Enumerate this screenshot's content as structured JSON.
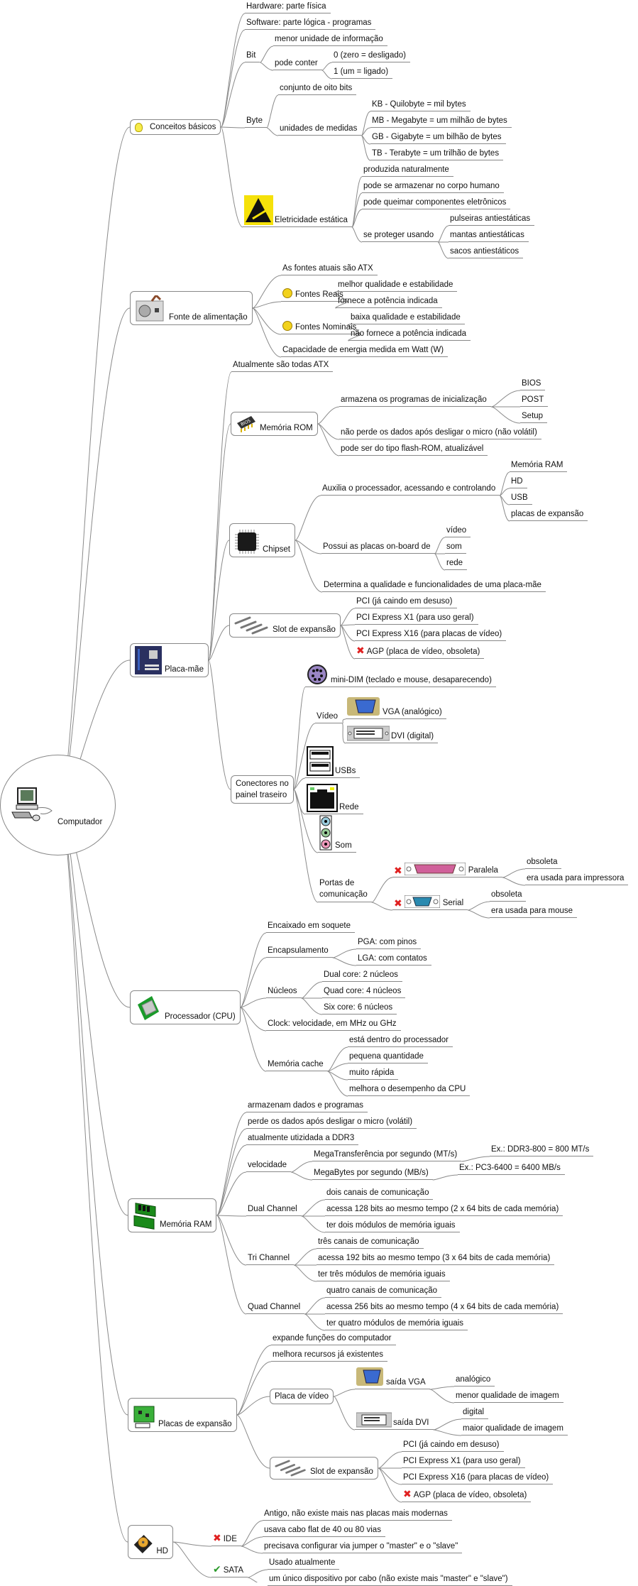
{
  "root": {
    "label": "Computador",
    "icon": "computer-icon"
  },
  "branches": {
    "conceitos": {
      "label": "Conceitos básicos",
      "icon": "lightbulb-icon",
      "hardware": "Hardware: parte física",
      "software": "Software: parte lógica - programas",
      "bit": {
        "label": "Bit",
        "menor": "menor unidade de informação",
        "pode_conter": {
          "label": "pode conter",
          "zero": "0 (zero = desligado)",
          "um": "1 (um = ligado)"
        }
      },
      "byte": {
        "label": "Byte",
        "conjunto": "conjunto de oito bits",
        "unidades": {
          "label": "unidades de medidas",
          "kb": "KB - Quilobyte = mil bytes",
          "mb": "MB - Megabyte = um milhão de bytes",
          "gb": "GB - Gigabyte = um bilhão de bytes",
          "tb": "TB - Terabyte = um trilhão de bytes"
        }
      },
      "eletricidade": {
        "label": "Eletricidade estática",
        "icon": "esd-warning-icon",
        "produzida": "produzida naturalmente",
        "armazenar": "pode se armazenar no corpo humano",
        "queimar": "pode queimar componentes eletrônicos",
        "proteger": {
          "label": "se proteger usando",
          "pulseiras": "pulseiras antiestáticas",
          "mantas": "mantas antiestáticas",
          "sacos": "sacos antiestáticos"
        }
      }
    },
    "fonte": {
      "label": "Fonte de alimentação",
      "icon": "power-supply-icon",
      "atx": "As fontes atuais são ATX",
      "reais": {
        "label": "Fontes Reais",
        "icon": "happy-smiley-icon",
        "a": "melhor qualidade e estabilidade",
        "b": "fornece a potência indicada"
      },
      "nominais": {
        "label": "Fontes Nominais",
        "icon": "neutral-smiley-icon",
        "a": "baixa qualidade e estabilidade",
        "b": "não fornece a potência indicada"
      },
      "watt": "Capacidade de energia medida em Watt (W)"
    },
    "placa_mae": {
      "label": "Placa-mãe",
      "icon": "motherboard-icon",
      "atx": "Atualmente são todas ATX",
      "rom": {
        "label": "Memória ROM",
        "icon": "bios-chip-icon",
        "armazena": {
          "label": "armazena os programas de inicialização",
          "bios": "BIOS",
          "post": "POST",
          "setup": "Setup"
        },
        "nao_perde": "não perde os dados após desligar o micro (não volátil)",
        "flash": "pode ser do tipo flash-ROM, atualizável"
      },
      "chipset": {
        "label": "Chipset",
        "icon": "chip-icon",
        "auxilia": {
          "label": "Auxilia o processador, acessando e controlando",
          "ram": "Memória RAM",
          "hd": "HD",
          "usb": "USB",
          "placas": "placas de expansão"
        },
        "onboard": {
          "label": "Possui as placas on-board de",
          "video": "vídeo",
          "som": "som",
          "rede": "rede"
        },
        "determina": "Determina a qualidade e funcionalidades de uma placa-mãe"
      },
      "slot": {
        "label": "Slot de expansão",
        "icon": "expansion-slots-icon",
        "pci": "PCI (já caindo em desuso)",
        "pcie1": "PCI Express X1 (para uso geral)",
        "pcie16": "PCI Express X16 (para placas de vídeo)",
        "agp": "AGP (placa de vídeo, obsoleta)"
      },
      "conectores": {
        "label_1": "Conectores no",
        "label_2": "painel traseiro",
        "minidin": "mini-DIM (teclado e mouse, desaparecendo)",
        "video": {
          "label": "Vídeo",
          "vga": "VGA (analógico)",
          "dvi": "DVI (digital)"
        },
        "usb": "USBs",
        "rede": "Rede",
        "som": "Som",
        "portas": {
          "label_1": "Portas de",
          "label_2": "comunicação",
          "paralela": {
            "label": "Paralela",
            "a": "obsoleta",
            "b": "era usada para impressora"
          },
          "serial": {
            "label": "Serial",
            "a": "obsoleta",
            "b": "era usada para mouse"
          }
        }
      }
    },
    "processador": {
      "label": "Processador (CPU)",
      "icon": "cpu-icon",
      "soquete": "Encaixado em soquete",
      "encaps": {
        "label": "Encapsulamento",
        "pga": "PGA: com pinos",
        "lga": "LGA: com contatos"
      },
      "nucleos": {
        "label": "Núcleos",
        "dual": "Dual core: 2 núcleos",
        "quad": "Quad core: 4 núcleos",
        "six": "Six core: 6 núcleos"
      },
      "clock": "Clock: velocidade, em MHz ou GHz",
      "cache": {
        "label": "Memória cache",
        "a": "está dentro do processador",
        "b": "pequena quantidade",
        "c": "muito rápida",
        "d": "melhora o desempenho da CPU"
      }
    },
    "ram": {
      "label": "Memória RAM",
      "icon": "ram-modules-icon",
      "armazenam": "armazenam dados e programas",
      "perde": "perde os dados após desligar o micro (volátil)",
      "ddr3": "atualmente utizidada a DDR3",
      "velocidade": {
        "label": "velocidade",
        "mt": {
          "label": "MegaTransferência por segundo (MT/s)",
          "ex": "Ex.: DDR3-800 = 800 MT/s"
        },
        "mb": {
          "label": "MegaBytes por segundo (MB/s)",
          "ex": "Ex.: PC3-6400 = 6400 MB/s"
        }
      },
      "dual": {
        "label": "Dual Channel",
        "a": "dois canais de comunicação",
        "b": "acessa 128 bits ao mesmo tempo (2 x 64 bits de cada memória)",
        "c": "ter dois módulos de memória iguais"
      },
      "tri": {
        "label": "Tri Channel",
        "a": "três canais de comunicação",
        "b": "acessa 192 bits ao mesmo tempo (3 x 64 bits de cada memória)",
        "c": "ter três módulos de memória iguais"
      },
      "quad": {
        "label": "Quad Channel",
        "a": "quatro canais de comunicação",
        "b": "acessa 256 bits ao mesmo tempo (4 x 64 bits de cada memória)",
        "c": "ter quatro módulos de memória iguais"
      }
    },
    "expansao": {
      "label": "Placas de expansão",
      "icon": "expansion-card-icon",
      "expande": "expande funções do computador",
      "melhora": "melhora recursos já existentes",
      "video": {
        "label": "Placa de vídeo",
        "vga": {
          "label": "saída VGA",
          "a": "analógico",
          "b": "menor qualidade de imagem"
        },
        "dvi": {
          "label": "saída DVI",
          "a": "digital",
          "b": "maior qualidade de imagem"
        }
      },
      "slot": {
        "label": "Slot de expansão",
        "pci": "PCI (já caindo em desuso)",
        "pcie1": "PCI Express X1 (para uso geral)",
        "pcie16": "PCI Express X16 (para placas de vídeo)",
        "agp": "AGP (placa de vídeo, obsoleta)"
      }
    },
    "hd": {
      "label": "HD",
      "icon": "hard-disk-icon",
      "ide": {
        "label": "IDE",
        "a": "Antigo, não existe mais nas placas mais modernas",
        "b": "usava cabo flat de 40 ou 80 vias",
        "c": "precisava configurar via jumper o \"master\" e o \"slave\""
      },
      "sata": {
        "label": "SATA",
        "a": "Usado atualmente",
        "b": "um único dispositivo por cabo (não existe mais \"master\" e \"slave\")"
      }
    }
  }
}
